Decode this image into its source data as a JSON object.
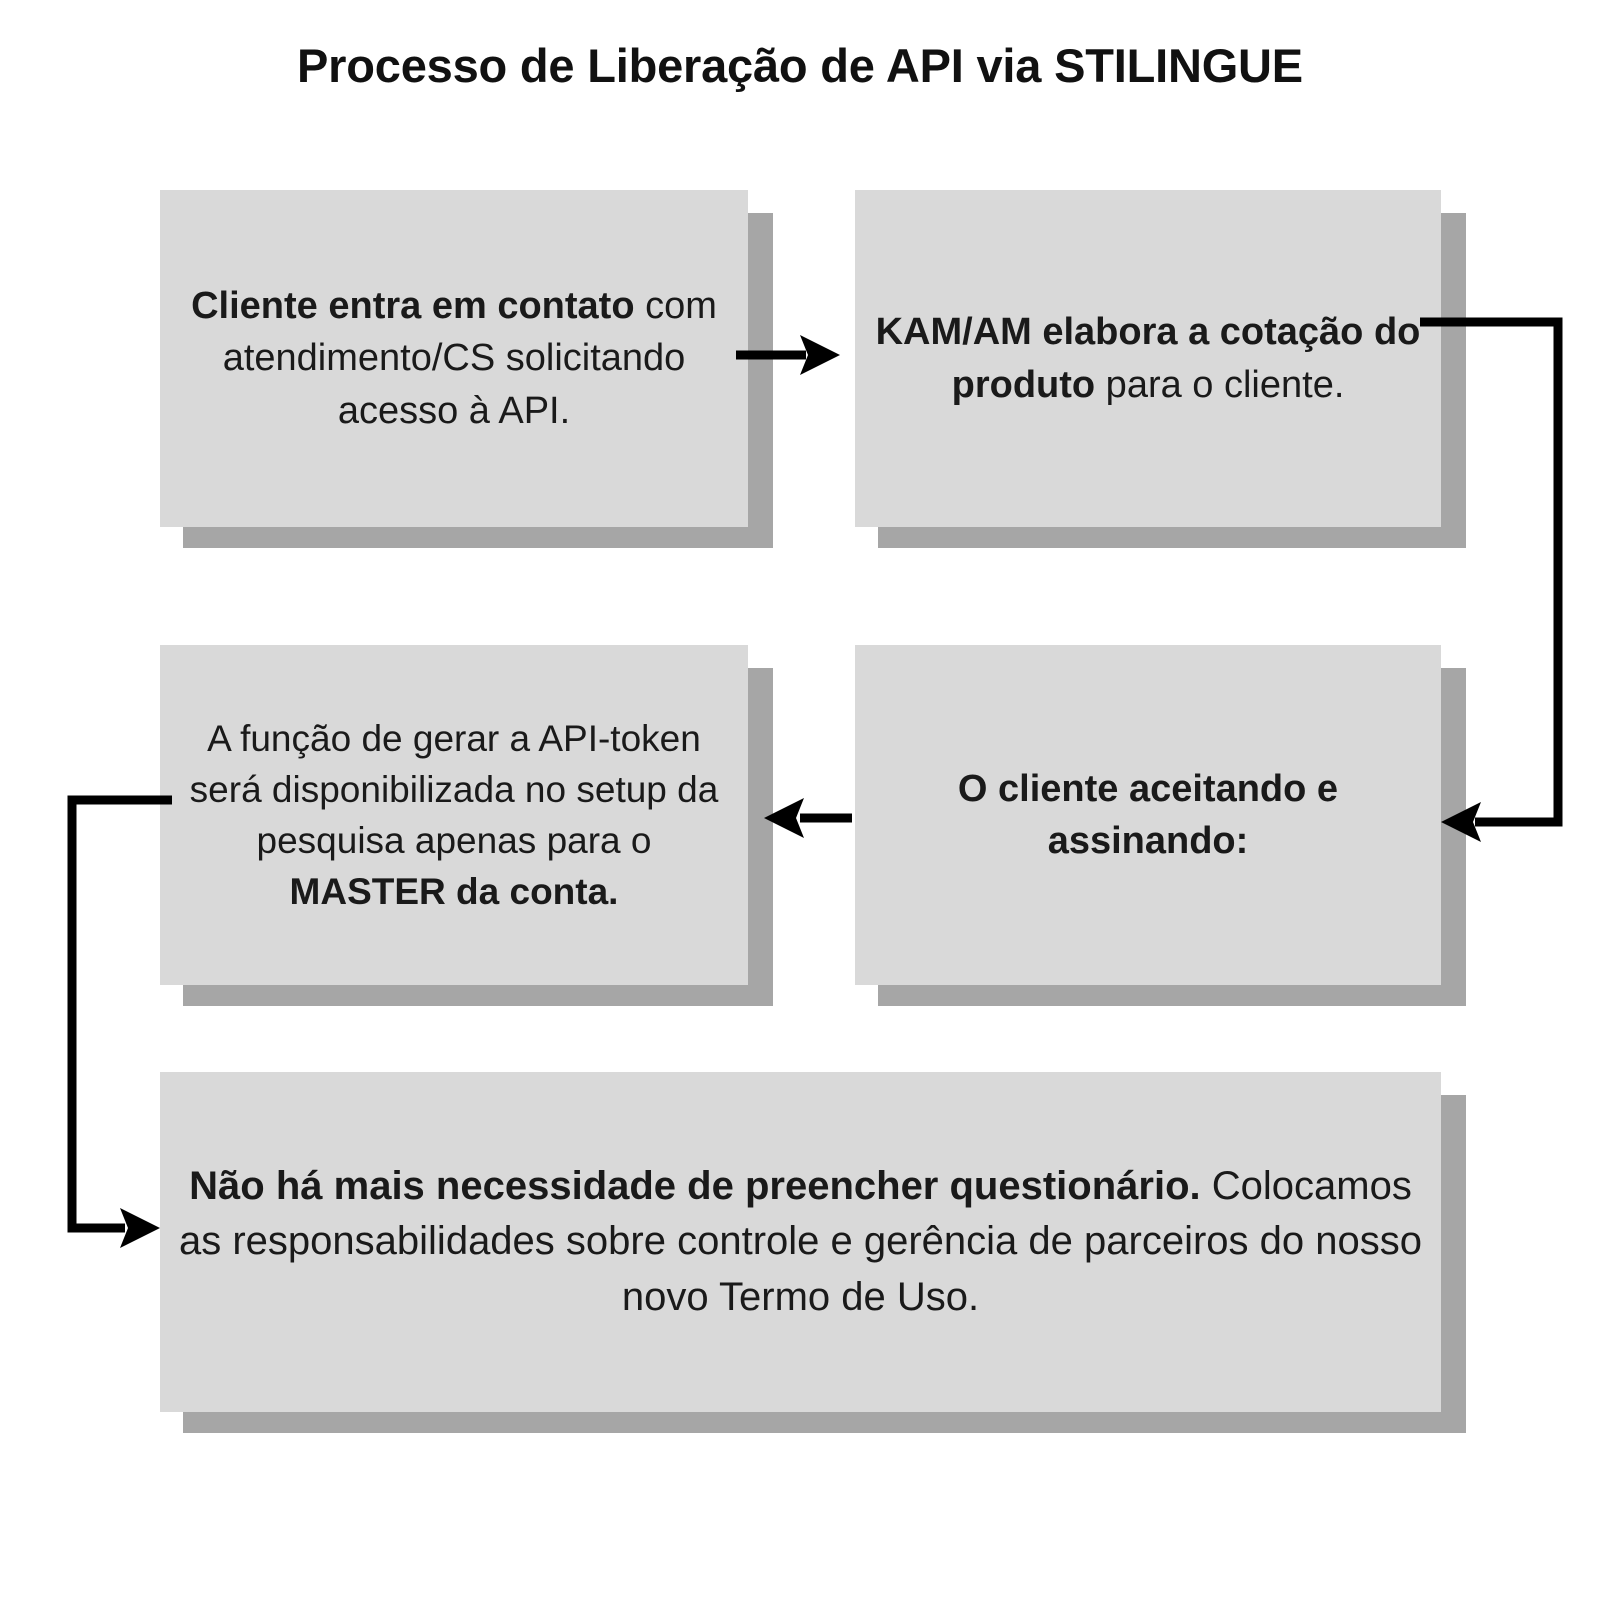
{
  "diagram": {
    "title": "Processo de Liberação de API via STILINGUE",
    "colors": {
      "box_fill": "#d9d9d9",
      "box_shadow": "#a6a6a6",
      "text": "#1a1a1a",
      "connector": "#000000",
      "background": "#ffffff"
    },
    "nodes": [
      {
        "id": "node-1",
        "name": "cliente-entra-em-contato",
        "bold_prefix": "Cliente entra em contato",
        "rest": " com atendimento/CS solicitando acesso à API.",
        "text": "Cliente entra em contato com atendimento/CS solicitando acesso à API."
      },
      {
        "id": "node-2",
        "name": "kam-am-elabora-cotacao",
        "bold_prefix": "KAM/AM elabora a cotação do produto",
        "rest": " para o cliente.",
        "text": "KAM/AM elabora a cotação do produto para o cliente."
      },
      {
        "id": "node-3",
        "name": "funcao-gerar-api-token",
        "plain_prefix": "A função de gerar a API-token será disponibilizada no setup da pesquisa apenas para o ",
        "bold_suffix": "MASTER da conta.",
        "text": "A função de gerar a API-token será disponibilizada no setup da pesquisa apenas para o MASTER da conta."
      },
      {
        "id": "node-4",
        "name": "cliente-aceitando-assinando",
        "bold_prefix": "O cliente aceitando e assinando:",
        "rest": "",
        "text": "O cliente aceitando e assinando:"
      },
      {
        "id": "node-5",
        "name": "sem-necessidade-questionario",
        "bold_prefix": "Não há mais necessidade de preencher questionário.",
        "rest": " Colocamos as responsabilidades sobre controle e gerência de parceiros do nosso novo Termo de Uso.",
        "text": "Não há mais necessidade de preencher questionário. Colocamos as responsabilidades sobre controle e gerência de parceiros do nosso novo Termo de Uso."
      }
    ],
    "connectors": [
      {
        "id": "conn-1-2",
        "name": "arrow-node1-to-node2",
        "from": "node-1",
        "to": "node-2",
        "style": "straight-right"
      },
      {
        "id": "conn-2-4",
        "name": "arrow-node2-to-node4",
        "from": "node-2",
        "to": "node-4",
        "style": "elbow-right-down-left"
      },
      {
        "id": "conn-4-3",
        "name": "arrow-node4-to-node3",
        "from": "node-4",
        "to": "node-3",
        "style": "straight-left"
      },
      {
        "id": "conn-3-5",
        "name": "arrow-node3-to-node5",
        "from": "node-3",
        "to": "node-5",
        "style": "elbow-left-down-right"
      }
    ]
  }
}
